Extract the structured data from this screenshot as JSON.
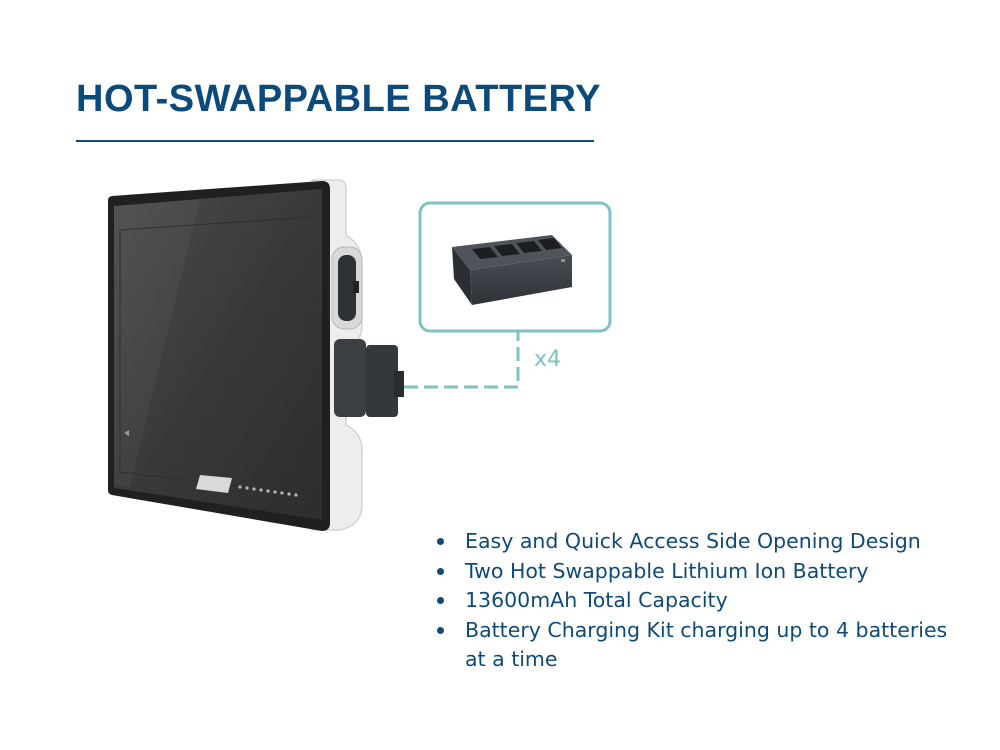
{
  "page": {
    "title": "HOT-SWAPPABLE BATTERY",
    "colors": {
      "title": "#0d4a7c",
      "body_text": "#0e4a78",
      "callout": "#7ec2c3",
      "device_frame": "#e8e8e8",
      "screen": "#3a3c3d",
      "battery": "#3b3f44"
    }
  },
  "illustration": {
    "callout_label": "x4",
    "icons": [
      "tablet-device-icon",
      "battery-pack-icon",
      "charging-kit-icon"
    ]
  },
  "features": [
    {
      "text": "Easy and Quick Access Side Opening Design"
    },
    {
      "text": "Two Hot Swappable Lithium Ion Battery"
    },
    {
      "text": "13600mAh Total Capacity"
    },
    {
      "text": "Battery Charging Kit charging up to 4 batteries at a time"
    }
  ]
}
